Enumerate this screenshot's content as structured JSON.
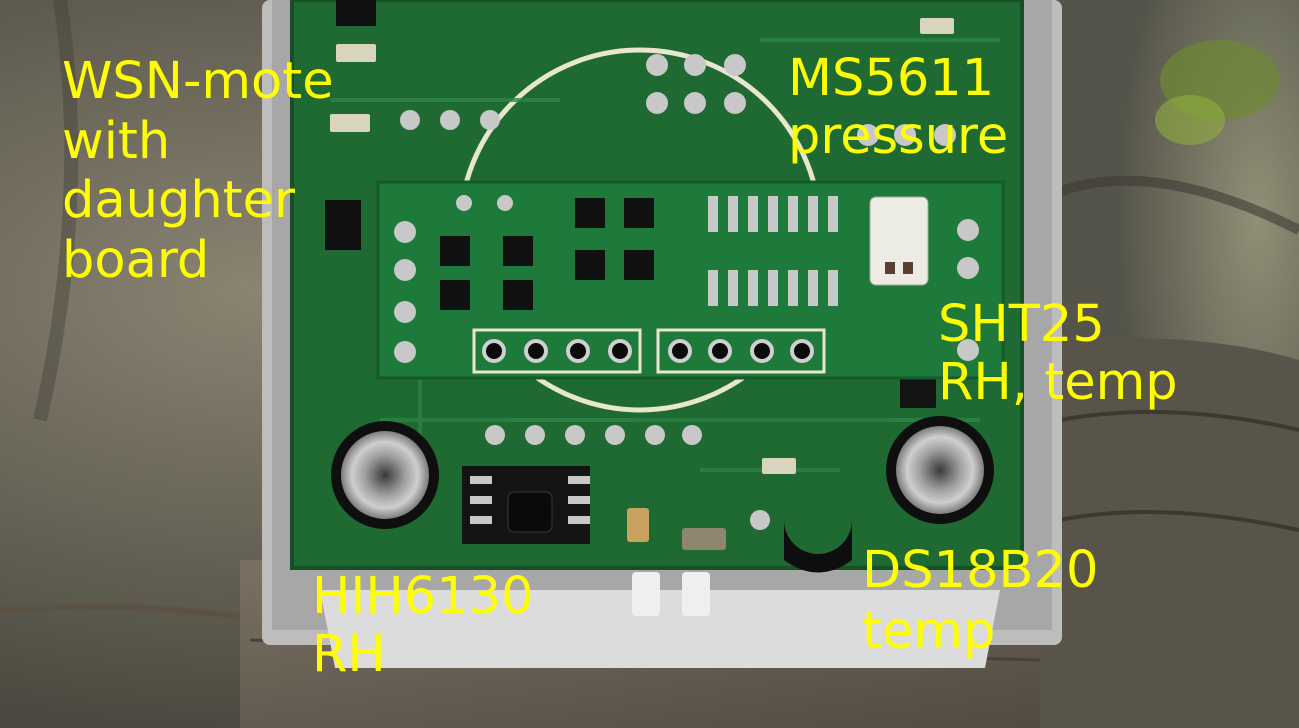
{
  "labels": {
    "wsn_mote": [
      "WSN-mote",
      "with",
      "daughter",
      "board"
    ],
    "ms5611": [
      "MS5611",
      "pressure"
    ],
    "sht25": [
      "SHT25",
      "RH, temp"
    ],
    "hih6130": [
      "HIH6130",
      "RH"
    ],
    "ds18b20": [
      "DS18B20",
      "temp"
    ]
  },
  "colors": {
    "label_text": "#ffff00",
    "pcb_green": "#1f6a33",
    "daughter_green": "#1d7a3a",
    "enclosure_grey": "#c9c9c9",
    "wood": "#6e6556"
  }
}
